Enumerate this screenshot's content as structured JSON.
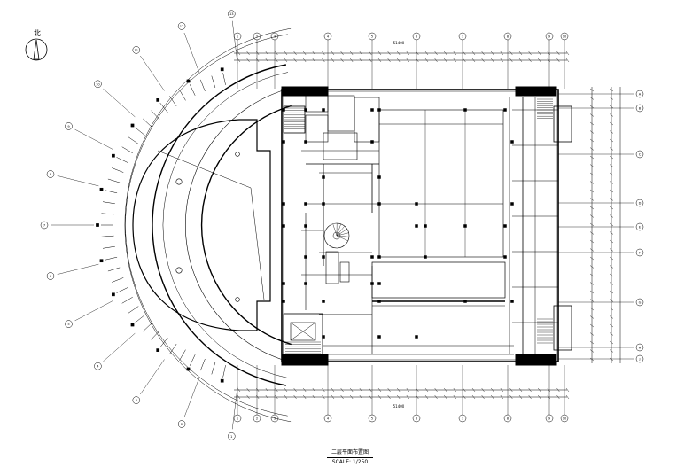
{
  "drawing": {
    "title": "二层平面布置图",
    "scale": "SCALE: 1/250",
    "north_label": "北"
  },
  "dimensions": {
    "top_total": "51400",
    "bottom_total": "51400"
  },
  "grid_axes": {
    "top": [
      "1",
      "2",
      "3",
      "4",
      "5",
      "6",
      "7",
      "8",
      "9",
      "10"
    ],
    "right": [
      "A",
      "B",
      "C",
      "D",
      "E",
      "F",
      "G",
      "H",
      "J"
    ],
    "arc": [
      "1",
      "2",
      "3",
      "4",
      "5",
      "6",
      "7",
      "8",
      "9",
      "10",
      "11",
      "12",
      "13"
    ]
  },
  "colors": {
    "line": "#000000",
    "background": "#ffffff"
  }
}
